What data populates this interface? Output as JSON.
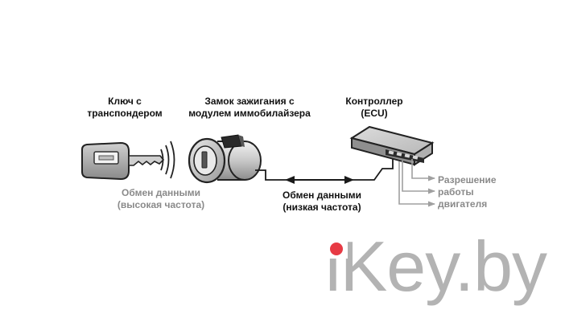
{
  "labels": {
    "key": [
      "Ключ с",
      "транспондером"
    ],
    "lock": [
      "Замок зажигания с",
      "модулем иммобилайзера"
    ],
    "ecu": [
      "Контроллер",
      "(ECU)"
    ],
    "hf_exchange": [
      "Обмен данными",
      "(высокая частота)"
    ],
    "lf_exchange": [
      "Обмен данными",
      "(низкая частота)"
    ],
    "engine": [
      "Разрешение",
      "работы",
      "двигателя"
    ]
  },
  "watermark": {
    "text": "iKey.by",
    "letter_i": "i",
    "rest": "Key.by",
    "dot_color": "#e73a44"
  },
  "colors": {
    "line": "#1a1a1a",
    "grey_text": "#8a8a8a",
    "watermark": "#b3b3b3"
  }
}
